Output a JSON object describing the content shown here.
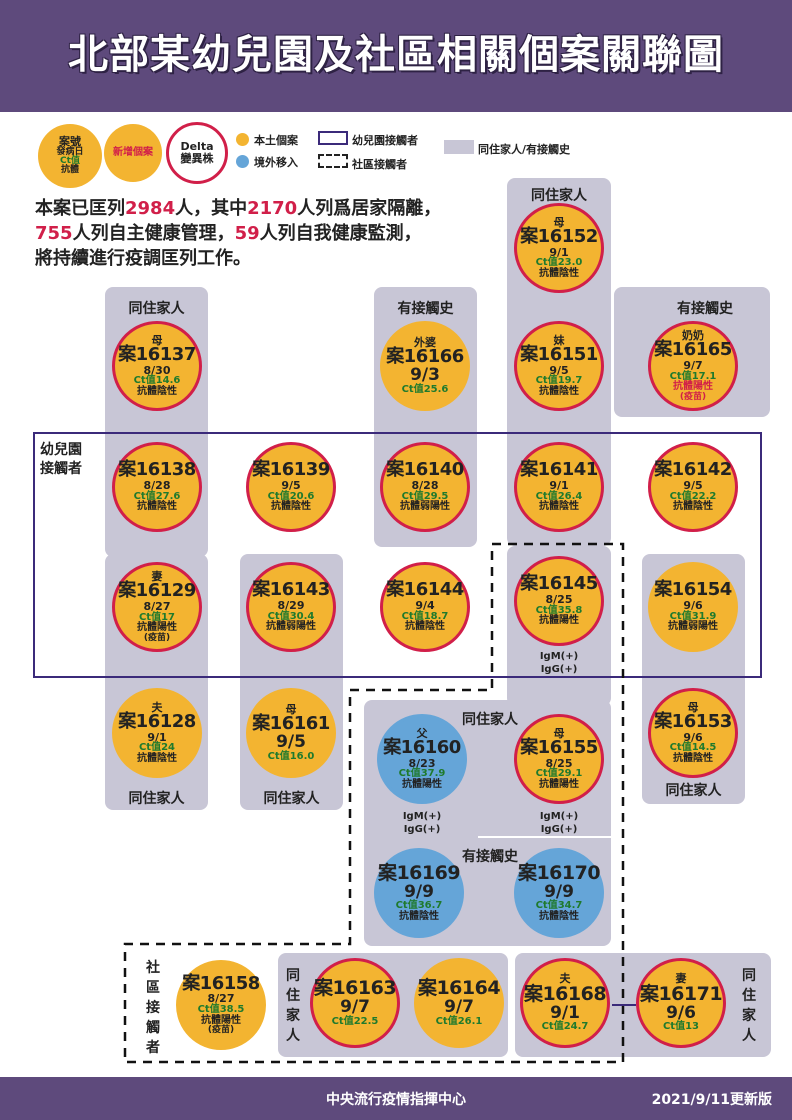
{
  "title": "北部某幼兒園及社區相關個案關聯圖",
  "legend": {
    "sample_lines": [
      "案號",
      "發病日",
      "Ct值",
      "抗體"
    ],
    "new_case": "新增個案",
    "delta": [
      "Delta",
      "變異株"
    ],
    "local": "本土個案",
    "imported": "境外移入",
    "kinder_contact": "幼兒園接觸者",
    "community_contact": "社區接觸者",
    "household": "同住家人/有接觸史"
  },
  "summary": {
    "l1a": "本案已匡列",
    "n1": "2984",
    "l1b": "人，其中",
    "n2": "2170",
    "l1c": "人列爲居家隔離，",
    "n3": "755",
    "l2a": "人列自主健康管理，",
    "n4": "59",
    "l2b": "人列自我健康監測，",
    "l3": "將持續進行疫調匡列工作。"
  },
  "labels": {
    "household": "同住家人",
    "contact": "有接觸史",
    "kinder": [
      "幼兒園",
      "接觸者"
    ],
    "community_v": "社區接觸者",
    "household_v": "同住家人"
  },
  "cases": {
    "c16152": {
      "rel": "母",
      "id": "案16152",
      "date": "9/1",
      "ct": "Ct值23.0",
      "anti": "抗體陰性"
    },
    "c16137": {
      "rel": "母",
      "id": "案16137",
      "date": "8/30",
      "ct": "Ct值14.6",
      "anti": "抗體陰性"
    },
    "c16166": {
      "rel": "外婆",
      "id": "案16166",
      "date": "9/3",
      "ct": "Ct值25.6"
    },
    "c16151": {
      "rel": "妹",
      "id": "案16151",
      "date": "9/5",
      "ct": "Ct值19.7",
      "anti": "抗體陰性"
    },
    "c16165": {
      "rel": "奶奶",
      "id": "案16165",
      "date": "9/7",
      "ct": "Ct值17.1",
      "anti": "抗體陽性",
      "note": "(疫苗)"
    },
    "c16138": {
      "id": "案16138",
      "date": "8/28",
      "ct": "Ct值27.6",
      "anti": "抗體陰性"
    },
    "c16139": {
      "id": "案16139",
      "date": "9/5",
      "ct": "Ct值20.6",
      "anti": "抗體陰性"
    },
    "c16140": {
      "id": "案16140",
      "date": "8/28",
      "ct": "Ct值29.5",
      "anti": "抗體弱陽性"
    },
    "c16141": {
      "id": "案16141",
      "date": "9/1",
      "ct": "Ct值26.4",
      "anti": "抗體陰性"
    },
    "c16142": {
      "id": "案16142",
      "date": "9/5",
      "ct": "Ct值22.2",
      "anti": "抗體陰性"
    },
    "c16129": {
      "rel": "妻",
      "id": "案16129",
      "date": "8/27",
      "ct": "Ct值17",
      "anti": "抗體陽性",
      "note": "(疫苗)"
    },
    "c16143": {
      "id": "案16143",
      "date": "8/29",
      "ct": "Ct值30.4",
      "anti": "抗體弱陽性"
    },
    "c16144": {
      "id": "案16144",
      "date": "9/4",
      "ct": "Ct值18.7",
      "anti": "抗體陰性"
    },
    "c16145": {
      "id": "案16145",
      "date": "8/25",
      "ct": "Ct值35.8",
      "anti": "抗體陽性",
      "igm": "IgM(+)",
      "igg": "IgG(+)"
    },
    "c16154": {
      "id": "案16154",
      "date": "9/6",
      "ct": "Ct值31.9",
      "anti": "抗體弱陽性"
    },
    "c16128": {
      "rel": "夫",
      "id": "案16128",
      "date": "9/1",
      "ct": "Ct值24",
      "anti": "抗體陰性"
    },
    "c16161": {
      "rel": "母",
      "id": "案16161",
      "date": "9/5",
      "ct": "Ct值16.0"
    },
    "c16160": {
      "rel": "父",
      "id": "案16160",
      "date": "8/23",
      "ct": "Ct值37.9",
      "anti": "抗體陽性",
      "igm": "IgM(+)",
      "igg": "IgG(+)"
    },
    "c16155": {
      "rel": "母",
      "id": "案16155",
      "date": "8/25",
      "ct": "Ct值29.1",
      "anti": "抗體陽性",
      "igm": "IgM(+)",
      "igg": "IgG(+)"
    },
    "c16153": {
      "rel": "母",
      "id": "案16153",
      "date": "9/6",
      "ct": "Ct值14.5",
      "anti": "抗體陰性"
    },
    "c16169": {
      "id": "案16169",
      "date": "9/9",
      "ct": "Ct值36.7",
      "anti": "抗體陰性"
    },
    "c16170": {
      "id": "案16170",
      "date": "9/9",
      "ct": "Ct值34.7",
      "anti": "抗體陰性"
    },
    "c16158": {
      "id": "案16158",
      "date": "8/27",
      "ct": "Ct值38.5",
      "anti": "抗體陽性",
      "note": "(疫苗)"
    },
    "c16163": {
      "id": "案16163",
      "date": "9/7",
      "ct": "Ct值22.5"
    },
    "c16164": {
      "id": "案16164",
      "date": "9/7",
      "ct": "Ct值26.1"
    },
    "c16168": {
      "rel": "夫",
      "id": "案16168",
      "date": "9/1",
      "ct": "Ct值24.7"
    },
    "c16171": {
      "rel": "妻",
      "id": "案16171",
      "date": "9/6",
      "ct": "Ct值13"
    }
  },
  "footer": {
    "center": "中央流行疫情指揮中心",
    "date": "2021/9/11更新版"
  },
  "colors": {
    "header": "#5e4a7c",
    "local": "#f3b431",
    "imported": "#65a5d8",
    "delta_ring": "#d11f49",
    "panel": "#c8c6d6",
    "ct_green": "#1f7a2d"
  }
}
